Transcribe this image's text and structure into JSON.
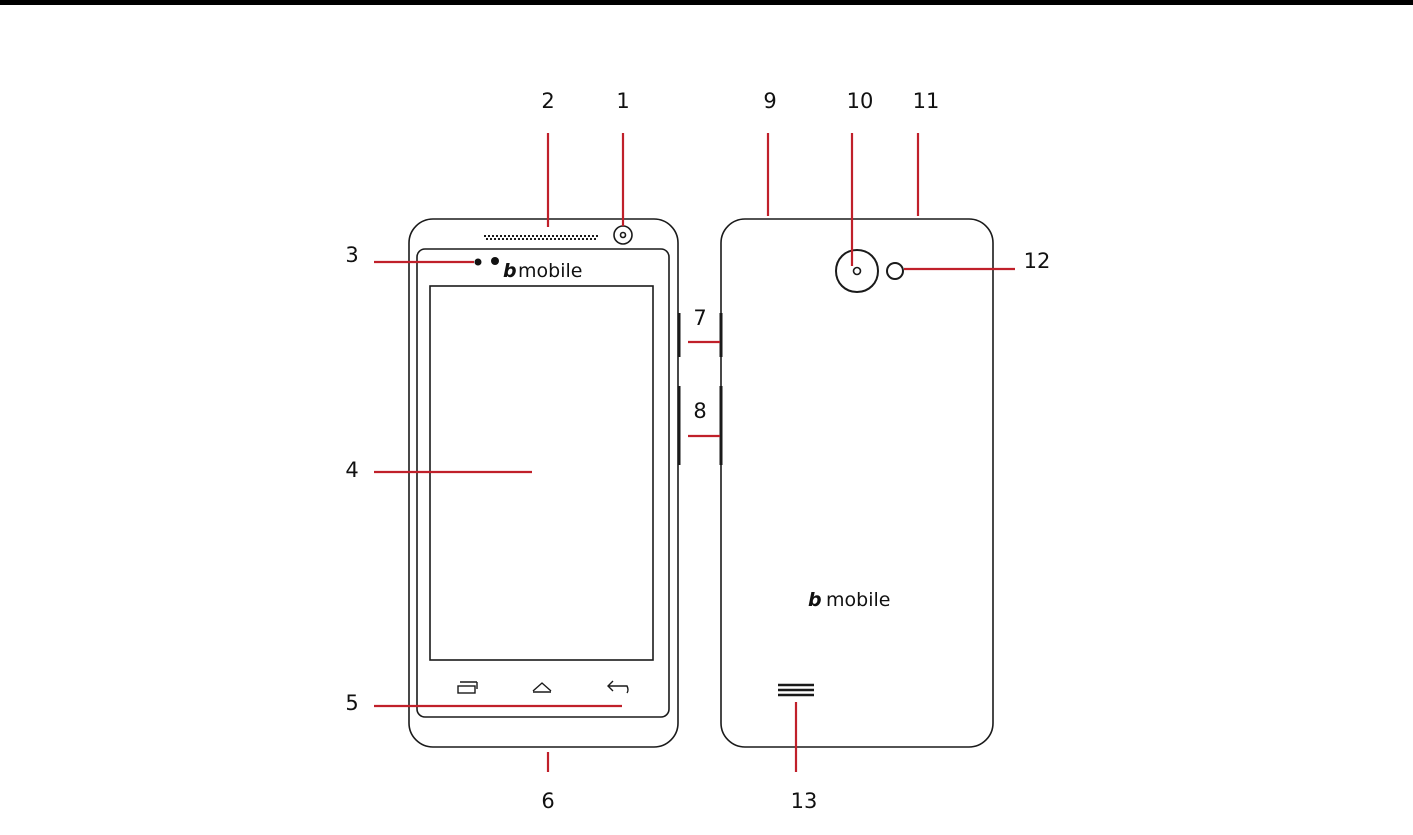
{
  "brand": {
    "logo_mark": "b",
    "wordmark_front": "mobile",
    "wordmark_back": "mobile"
  },
  "colors": {
    "outline": "#1a1a1a",
    "leader_line": "#c0202a",
    "top_bar": "#000000"
  },
  "callouts": {
    "c1": "1",
    "c2": "2",
    "c3": "3",
    "c4": "4",
    "c5": "5",
    "c6": "6",
    "c7": "7",
    "c8": "8",
    "c9": "9",
    "c10": "10",
    "c11": "11",
    "c12": "12",
    "c13": "13"
  },
  "icons": {
    "recent_apps": "recent-apps-icon",
    "home": "home-icon",
    "back": "back-icon"
  }
}
